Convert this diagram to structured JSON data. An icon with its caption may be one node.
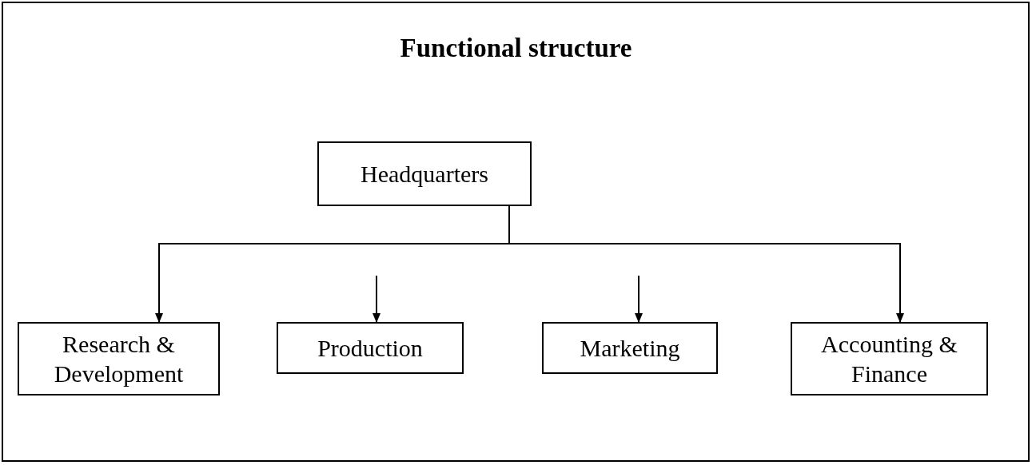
{
  "diagram": {
    "title": "Functional structure",
    "nodes": [
      {
        "text": [
          "Headquarters"
        ]
      },
      {
        "text": [
          "Research & Development"
        ]
      },
      {
        "text": [
          "Production"
        ]
      },
      {
        "text": [
          "Marketing"
        ]
      },
      {
        "text": [
          "Accounting & Finance"
        ]
      }
    ],
    "edges": [
      {
        "from": 0,
        "to": 1,
        "arrow": "to"
      },
      {
        "from": null,
        "to": 2,
        "arrow": "to"
      },
      {
        "from": null,
        "to": 3,
        "arrow": "to"
      },
      {
        "from": 0,
        "to": 4,
        "arrow": "to"
      }
    ]
  }
}
